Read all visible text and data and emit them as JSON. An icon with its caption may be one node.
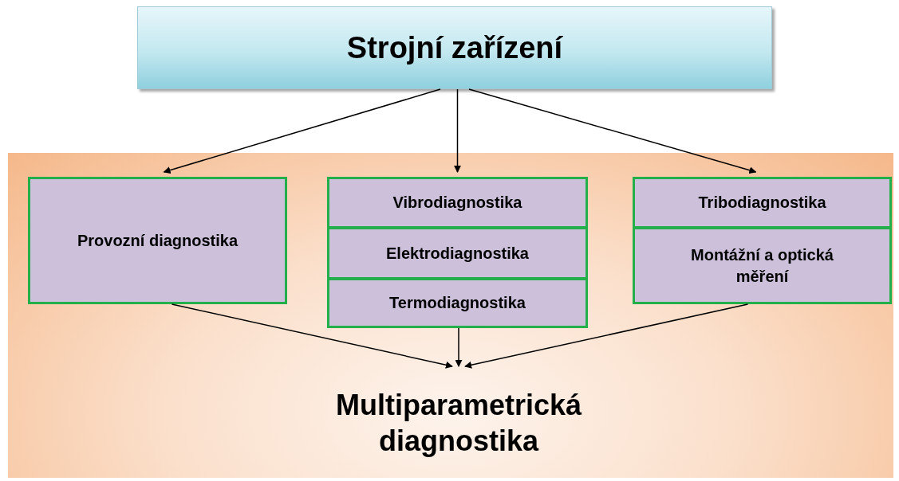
{
  "diagram": {
    "nodes": [
      {
        "text": [
          "Strojní zařízení"
        ]
      },
      {
        "text": [],
        "shape": "box"
      },
      {
        "text": [
          "Provozní diagnostika"
        ],
        "in": 1
      },
      {
        "text": [
          "Vibrodiagnostika"
        ],
        "in": 1
      },
      {
        "text": [
          "Elektrodiagnostika"
        ],
        "in": 1
      },
      {
        "text": [
          "Termodiagnostika"
        ],
        "in": 1
      },
      {
        "text": [
          "Tribodiagnostika"
        ],
        "in": 1
      },
      {
        "text": [
          "Montážní a optická měření"
        ],
        "in": 1
      },
      {
        "text": [
          "Multiparametrická diagnostika"
        ],
        "in": 1
      }
    ],
    "edges": [
      {
        "from": 0,
        "to": 2,
        "arrow": "to"
      },
      {
        "from": 0,
        "to": 3,
        "arrow": "to"
      },
      {
        "from": 0,
        "to": 6,
        "arrow": "to"
      },
      {
        "from": 2,
        "to": 8,
        "arrow": "to"
      },
      {
        "from": 5,
        "to": 8,
        "arrow": "to"
      },
      {
        "from": 7,
        "to": 8,
        "arrow": "to"
      }
    ]
  }
}
